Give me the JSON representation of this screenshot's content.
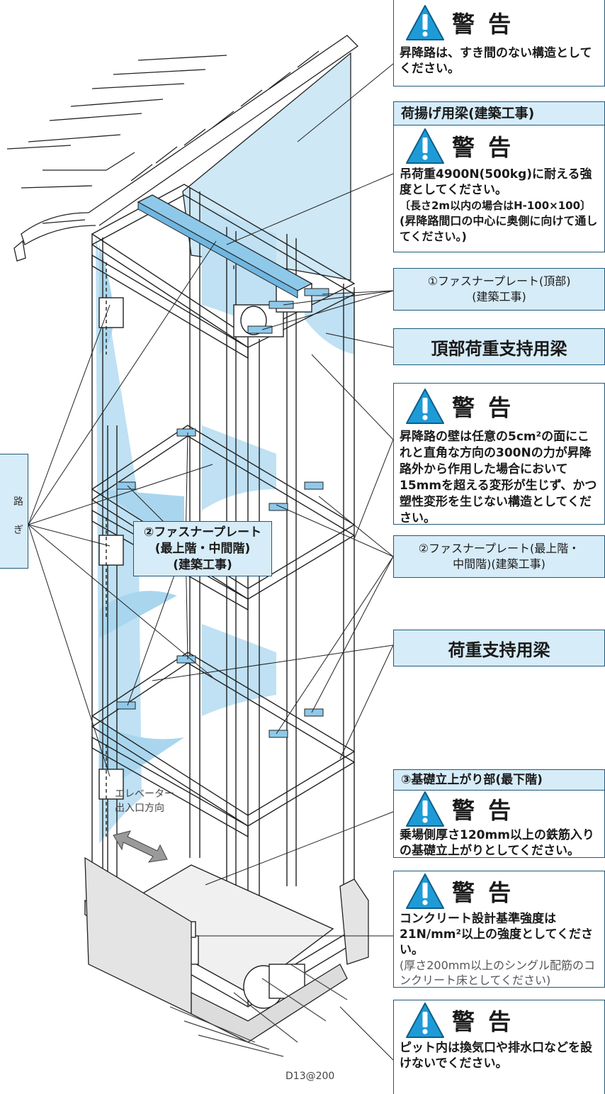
{
  "warning_title": "警 告",
  "w1": {
    "text": "昇降路は、すき間のない構造としてください。"
  },
  "beam_box": {
    "header": "荷揚げ用梁(建築工事)",
    "text": "吊荷重4900N(500kg)に耐える強度としてください。",
    "note1": "〔長さ2m以内の場合はH-100×100〕",
    "note2": "(昇降路間口の中心に奥側に向けて通してください。)"
  },
  "label_fastener_top": {
    "line1": "①ファスナープレート(頂部)",
    "line2": "(建築工事)"
  },
  "label_top_beam": "頂部荷重支持用梁",
  "w3": {
    "text": "昇降路の壁は任意の5cm²の面にこれと直角な方向の300Nの力が昇降路外から作用した場合において15mmを超える変形が生じず、かつ塑性変形を生じない構造としてください。"
  },
  "label_fastener_mid_right": {
    "line1": "②ファスナープレート(最上階・",
    "line2": "中間階)(建築工事)"
  },
  "label_fastener_mid_center": {
    "line1": "②ファスナープレート",
    "line2": "(最上階・中間階)",
    "line3": "(建築工事)"
  },
  "label_support_beam": "荷重支持用梁",
  "foundation_box": {
    "header": "③基礎立上がり部(最下階)",
    "text": "乗場側厚さ120mm以上の鉄筋入りの基礎立上がりとしてください。"
  },
  "w5": {
    "text": "コンクリート設計基準強度は21N/mm²以上の強度としてください。",
    "note": "(厚さ200mm以上のシングル配筋のコンクリート床としてください)"
  },
  "w6": {
    "text": "ピット内は換気口や排水口などを設けないでください。"
  },
  "left_fragments": {
    "a": "路",
    "b": "ぎ"
  },
  "entrance_label": {
    "line1": "エレベーター",
    "line2": "出入口方向"
  },
  "rebar_label": "D13@200",
  "colors": {
    "accent": "#1f5a7a",
    "label_fill": "#d6ecf8",
    "wall_fill": "#bfe1f3",
    "warning_fill": "#1e9bd7"
  }
}
